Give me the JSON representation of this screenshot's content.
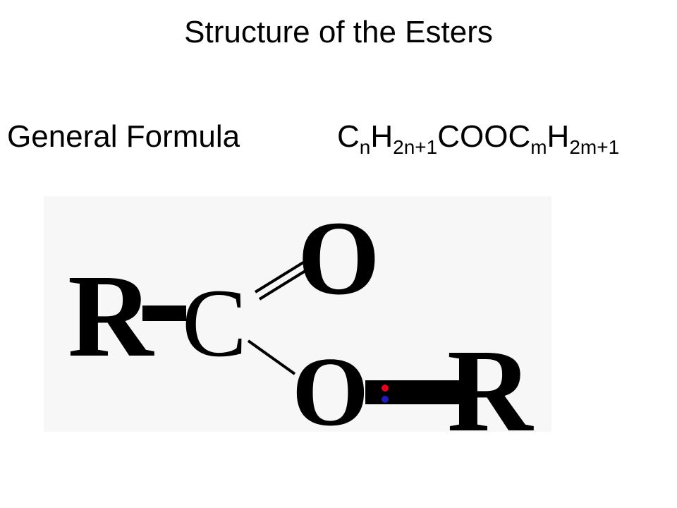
{
  "slide": {
    "title": "Structure of the Esters",
    "general_formula_label": "General Formula"
  },
  "formula": {
    "c1": "C",
    "n": "n",
    "h1": "H",
    "sub1": "2n+1",
    "mid": "COOC",
    "m": "m",
    "h2": "H",
    "sub2": "2m+1"
  },
  "structure": {
    "r_left": "R",
    "carbon": "C",
    "oxygen_carbonyl": "O",
    "oxygen_ester": "O",
    "r_right": "R",
    "colors": {
      "background": "#f7f7f7",
      "ink": "#000000",
      "dot_red": "#e8001a",
      "dot_blue": "#1d1dbf"
    }
  }
}
